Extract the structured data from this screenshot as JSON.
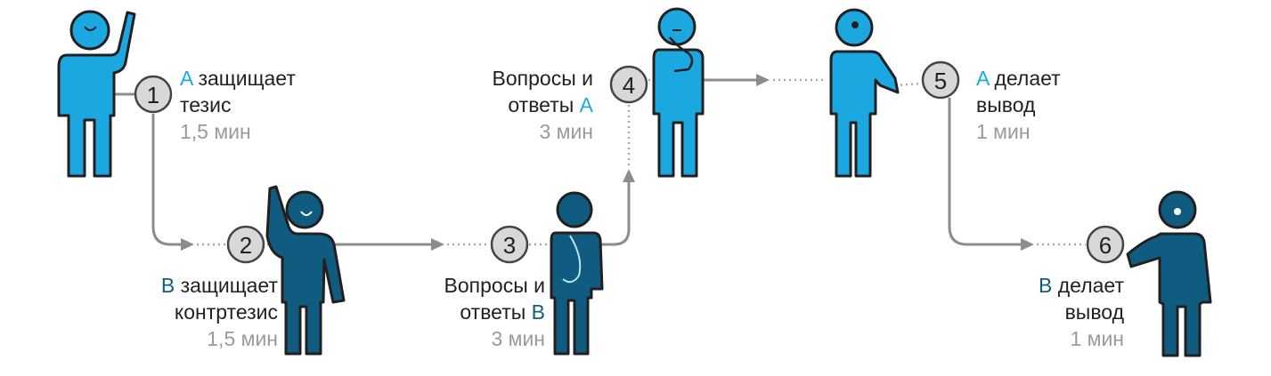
{
  "colors": {
    "speaker_a": "#1ba8e0",
    "speaker_b": "#0f5c80",
    "time_text": "#9a9a9a",
    "connector": "#8c8c8c",
    "number_circle": "#d8d8d8"
  },
  "steps": [
    {
      "number": "1",
      "speaker": "A",
      "line1": "защищает",
      "line2": "тезис",
      "time": "1,5  мин"
    },
    {
      "number": "2",
      "speaker": "B",
      "line1": "защищает",
      "line2": "контртезис",
      "time": "1,5  мин"
    },
    {
      "number": "3",
      "line1": "Вопросы  и",
      "line2_text": "ответы",
      "line2_speaker": "B",
      "time": "3  мин"
    },
    {
      "number": "4",
      "line1": "Вопросы  и",
      "line2_text": "ответы",
      "line2_speaker": "A",
      "time": "3  мин"
    },
    {
      "number": "5",
      "speaker": "A",
      "line1": "делает",
      "line2": "вывод",
      "time": "1  мин"
    },
    {
      "number": "6",
      "speaker": "B",
      "line1": "делает",
      "line2": "вывод",
      "time": "1  мин"
    }
  ],
  "figures": [
    {
      "id": "figure-1",
      "pose": "raised-hand",
      "team": "A"
    },
    {
      "id": "figure-2",
      "pose": "raised-hand",
      "team": "B"
    },
    {
      "id": "figure-3",
      "pose": "hand-on-chest",
      "team": "B"
    },
    {
      "id": "figure-4",
      "pose": "thinking",
      "team": "A"
    },
    {
      "id": "figure-5",
      "pose": "pointing",
      "team": "A"
    },
    {
      "id": "figure-6",
      "pose": "pointing",
      "team": "B"
    }
  ]
}
